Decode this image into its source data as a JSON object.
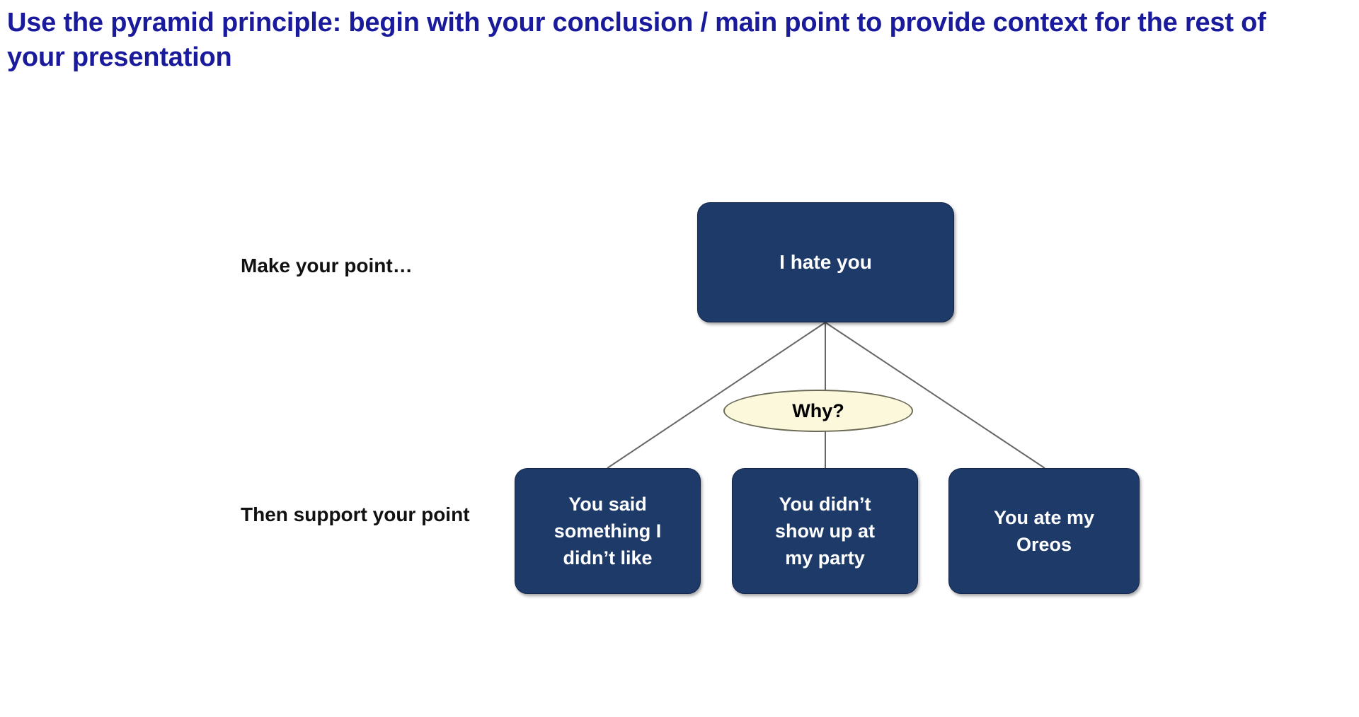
{
  "slide": {
    "background_color": "#ffffff",
    "title": "Use the pyramid principle: begin with your conclusion / main point to provide context for the rest of your presentation",
    "title_color": "#1a1a9c"
  },
  "labels": {
    "make_point": "Make your point…",
    "support_point": "Then support your point"
  },
  "diagram": {
    "type": "pyramid-principle-tree",
    "node_fill_color": "#1e3a68",
    "node_text_color": "#ffffff",
    "connector_color": "#666666",
    "why_fill_color": "#fbf8dc",
    "why_border_color": "#6b6a56",
    "why_text_color": "#000000",
    "top_node": {
      "label": "I hate you"
    },
    "why_node": {
      "label": "Why?"
    },
    "support_nodes": [
      {
        "label": "You said\nsomething I\ndidn’t like"
      },
      {
        "label": "You didn’t\nshow up at\nmy party"
      },
      {
        "label": "You ate my\nOreos"
      }
    ]
  }
}
